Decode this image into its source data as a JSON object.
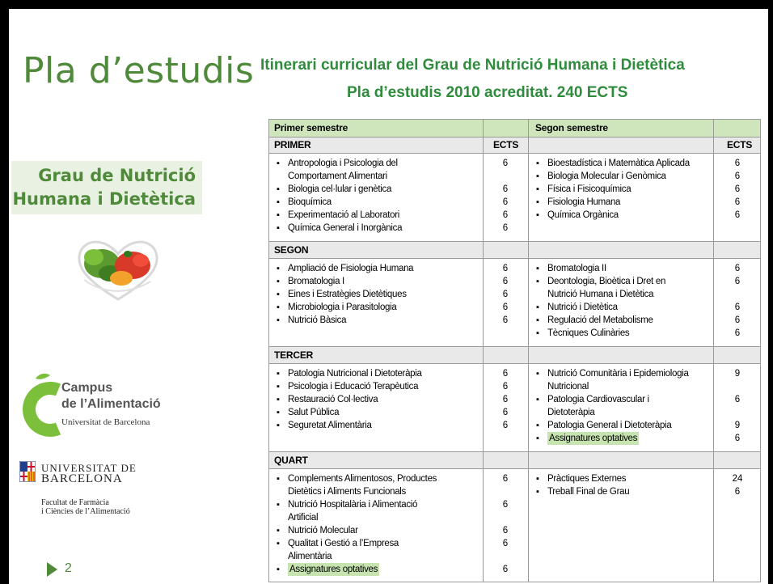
{
  "slide": {
    "title": "Pla d’estudis",
    "degree_line1": "Grau de Nutrició",
    "degree_line2": "Humana i Dietètica",
    "page_number": "2"
  },
  "itinerary": {
    "title_line1": "Itinerari curricular del Grau de Nutrició Humana i Dietètica",
    "title_line2": "Pla d’estudis 2010 acreditat. 240 ECTS"
  },
  "logos": {
    "campus_line1": "Campus",
    "campus_line2": "de l’Alimentació",
    "campus_line3": "Universitat de Barcelona",
    "ub_line1": "UNIVERSITAT DE",
    "ub_line2": "BARCELONA",
    "faculty_line1": "Facultat de Farmàcia",
    "faculty_line2": "i Ciències de l’Alimentació"
  },
  "table": {
    "first_semester_label": "Primer semestre",
    "second_semester_label": "Segon semestre",
    "ects_label": "ECTS",
    "years": [
      {
        "name": "PRIMER",
        "first": [
          {
            "lines": [
              "Antropologia i Psicologia del",
              "Comportament Alimentari"
            ],
            "ects": "6"
          },
          {
            "lines": [
              "Biologia cel·lular i genètica"
            ],
            "ects": "6"
          },
          {
            "lines": [
              "Bioquímica"
            ],
            "ects": "6"
          },
          {
            "lines": [
              "Experimentació al Laboratori"
            ],
            "ects": "6"
          },
          {
            "lines": [
              "Química General i Inorgànica"
            ],
            "ects": "6"
          }
        ],
        "second": [
          {
            "lines": [
              "Bioestadística i Matemàtica Aplicada"
            ],
            "ects": "6"
          },
          {
            "lines": [
              "Biologia Molecular i Genòmica"
            ],
            "ects": "6"
          },
          {
            "lines": [
              "Física i Fisicoquímica"
            ],
            "ects": "6"
          },
          {
            "lines": [
              "Fisiologia Humana"
            ],
            "ects": "6"
          },
          {
            "lines": [
              "Química Orgànica"
            ],
            "ects": "6"
          }
        ]
      },
      {
        "name": "SEGON",
        "first": [
          {
            "lines": [
              "Ampliació de Fisiologia Humana"
            ],
            "ects": "6"
          },
          {
            "lines": [
              "Bromatologia I"
            ],
            "ects": "6"
          },
          {
            "lines": [
              "Eines i Estratègies Dietètiques"
            ],
            "ects": "6"
          },
          {
            "lines": [
              "Microbiologia i Parasitologia"
            ],
            "ects": "6"
          },
          {
            "lines": [
              "Nutrició Bàsica"
            ],
            "ects": "6"
          }
        ],
        "second": [
          {
            "lines": [
              "Bromatologia II"
            ],
            "ects": "6"
          },
          {
            "lines": [
              "Deontologia, Bioètica i Dret en",
              "Nutrició Humana i Dietètica"
            ],
            "ects": "6"
          },
          {
            "lines": [
              "Nutrició i Dietètica"
            ],
            "ects": "6"
          },
          {
            "lines": [
              "Regulació del Metabolisme"
            ],
            "ects": "6"
          },
          {
            "lines": [
              "Tècniques Culinàries"
            ],
            "ects": "6"
          }
        ]
      },
      {
        "name": "TERCER",
        "first": [
          {
            "lines": [
              "Patologia Nutricional i Dietoteràpia"
            ],
            "ects": "6"
          },
          {
            "lines": [
              "Psicologia i Educació Terapèutica"
            ],
            "ects": "6"
          },
          {
            "lines": [
              "Restauració Col·lectiva"
            ],
            "ects": "6"
          },
          {
            "lines": [
              "Salut Pública"
            ],
            "ects": "6"
          },
          {
            "lines": [
              "Seguretat Alimentària"
            ],
            "ects": "6"
          }
        ],
        "second": [
          {
            "lines": [
              "Nutrició Comunitària i Epidemiologia",
              "Nutricional"
            ],
            "ects": "9"
          },
          {
            "lines": [
              "Patologia Cardiovascular i",
              "Dietoteràpia"
            ],
            "ects": "6"
          },
          {
            "lines": [
              "Patologia General i Dietoteràpia"
            ],
            "ects": "9"
          },
          {
            "lines": [
              "Assignatures optatives"
            ],
            "ects": "6"
          }
        ]
      },
      {
        "name": "QUART",
        "first": [
          {
            "lines": [
              "Complements Alimentosos, Productes",
              "Dietètics i Aliments Funcionals"
            ],
            "ects": "6"
          },
          {
            "lines": [
              "Nutrició Hospitalària i Alimentació",
              "Artificial"
            ],
            "ects": "6"
          },
          {
            "lines": [
              "Nutrició Molecular"
            ],
            "ects": "6"
          },
          {
            "lines": [
              "Qualitat i Gestió a l’Empresa",
              "Alimentària"
            ],
            "ects": "6"
          },
          {
            "lines": [
              "Assignatures optatives"
            ],
            "ects": "6"
          }
        ],
        "second": [
          {
            "lines": [
              "Pràctiques Externes"
            ],
            "ects": "24"
          },
          {
            "lines": [
              "Treball Final de Grau"
            ],
            "ects": "6"
          }
        ]
      }
    ]
  }
}
